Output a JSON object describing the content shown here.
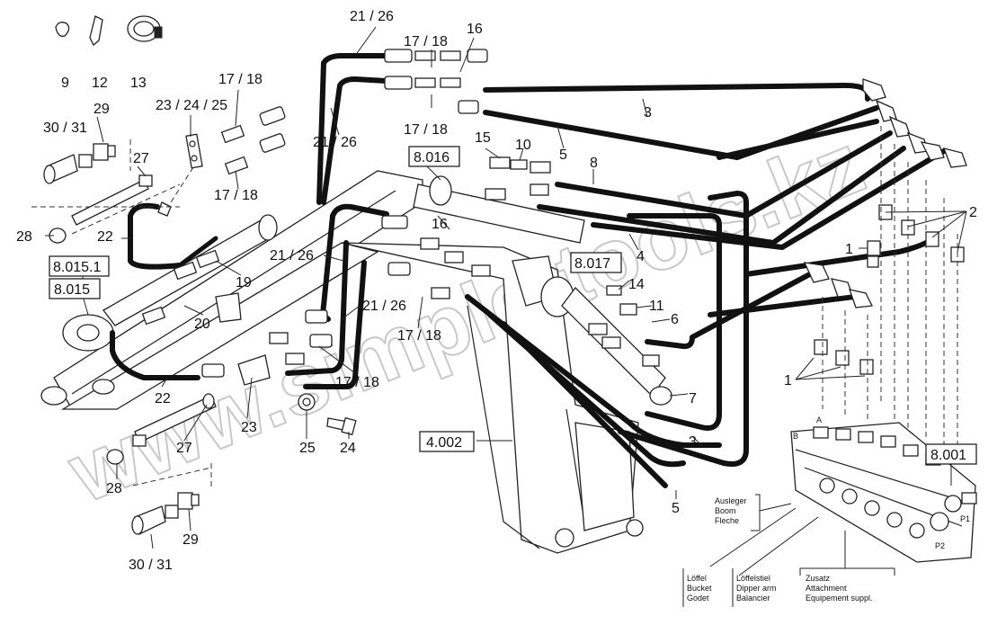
{
  "callouts": {
    "c9": "9",
    "c12": "12",
    "c13": "13",
    "c29a": "29",
    "c3031a": "30 / 31",
    "c27a": "27",
    "c28a": "28",
    "c22a": "22",
    "c232425": "23 / 24 / 25",
    "c1718a": "17 / 18",
    "c1718b": "17 / 18",
    "c2126a": "21 / 26",
    "c1718c": "17 / 18",
    "c16a": "16",
    "c1718d": "17 / 18",
    "c2126b": "21 / 26",
    "c3a": "3",
    "c5a": "5",
    "c15": "15",
    "c10": "10",
    "c8": "8",
    "c16b": "16",
    "c4": "4",
    "c19": "19",
    "c20": "20",
    "c2126c": "21 / 26",
    "c14": "14",
    "c11": "11",
    "c6": "6",
    "c2126d": "21 / 26",
    "c1718e": "17 / 18",
    "c1718f": "17 / 18",
    "c22b": "22",
    "c27b": "27",
    "c23": "23",
    "c28b": "28",
    "c25": "25",
    "c24": "24",
    "c7": "7",
    "c3b": "3",
    "c5b": "5",
    "c29b": "29",
    "c3031b": "30 / 31",
    "c2": "2",
    "c1a": "1",
    "c1b": "1"
  },
  "refs": {
    "r8016": "8.016",
    "r80151": "8.015.1",
    "r8015": "8.015",
    "r8017": "8.017",
    "r4002": "4.002",
    "r8001": "8.001"
  },
  "legend": {
    "boom": [
      "Ausleger",
      "Boom",
      "Fleche"
    ],
    "bucket": [
      "Löffel",
      "Bucket",
      "Godet"
    ],
    "dipper": [
      "Löffelstiel",
      "Dipper arm",
      "Balancier"
    ],
    "attachment": [
      "Zusatz",
      "Attachment",
      "Equipement suppl."
    ]
  },
  "ports": {
    "a": "A",
    "b": "B",
    "p1": "P1",
    "p2": "P2"
  },
  "watermark": "www.simple-tools.kz"
}
